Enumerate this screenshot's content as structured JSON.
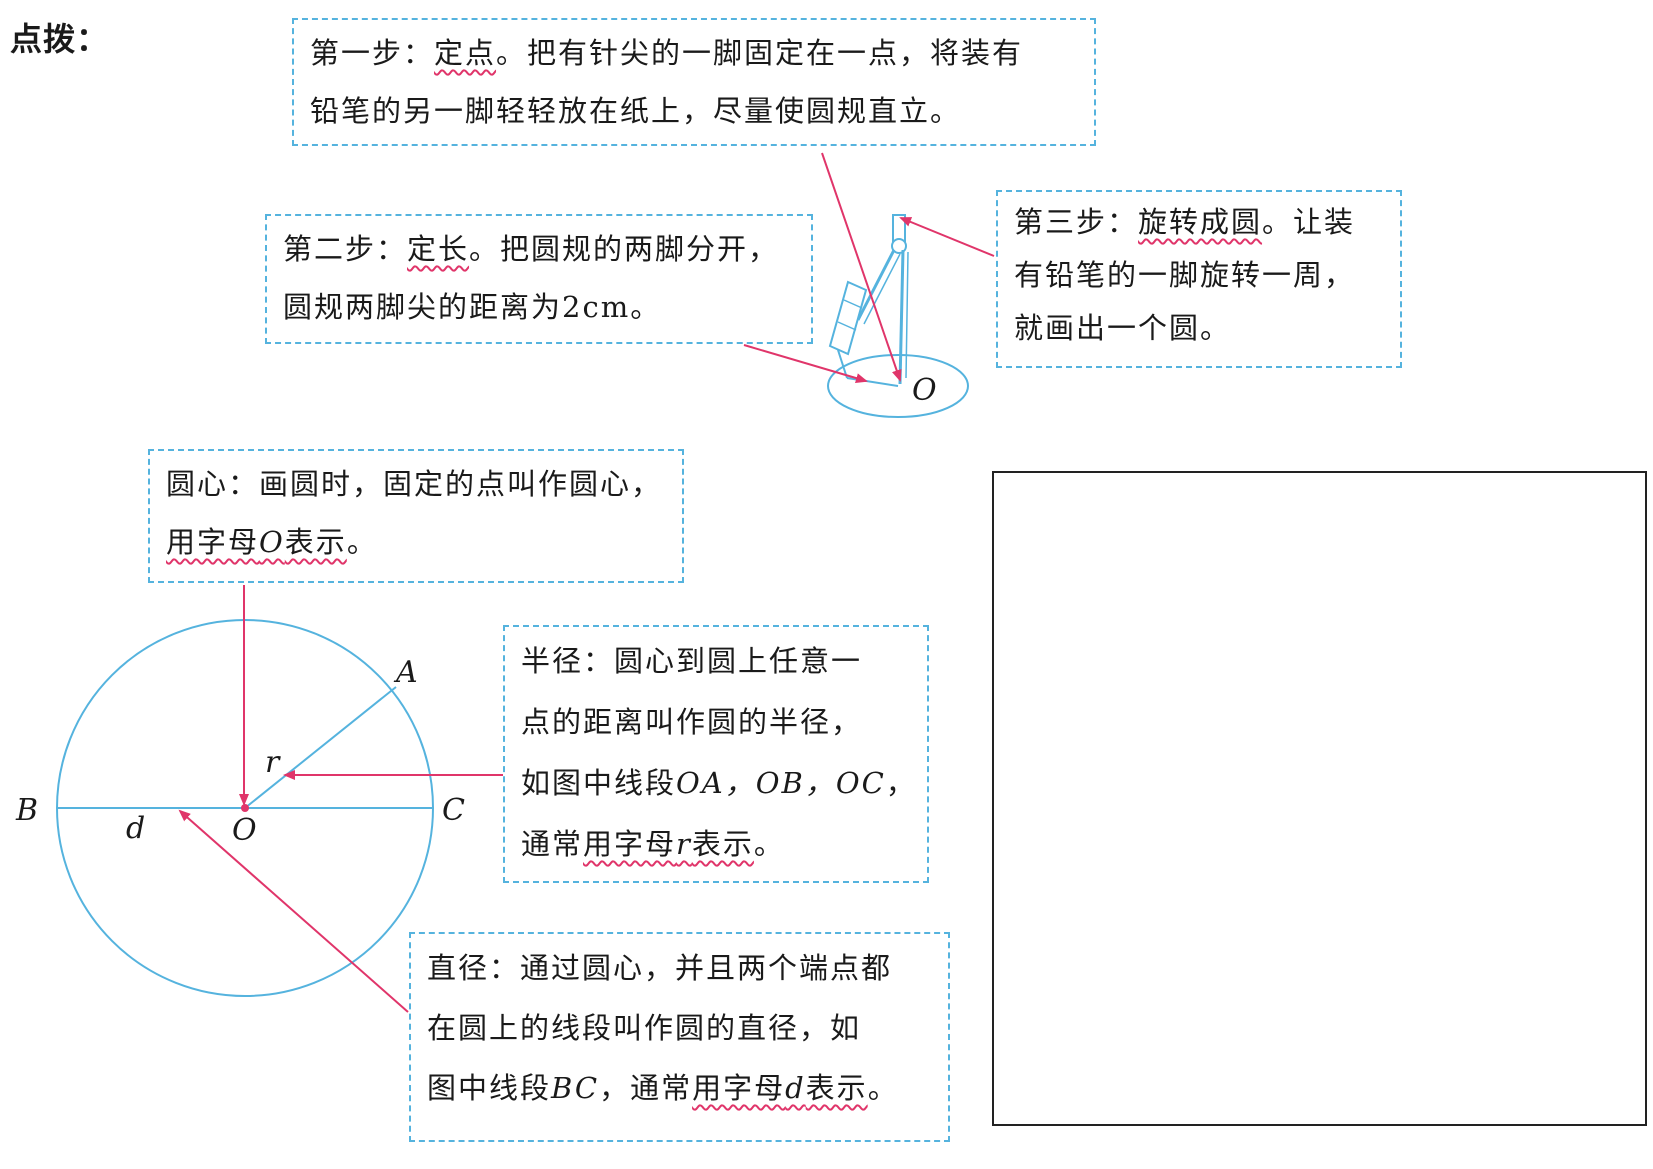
{
  "heading": "点拨：",
  "step1": {
    "prefix": "第一步：",
    "key": "定点",
    "rest": "。把有针尖的一脚固定在一点，将装有",
    "line2": "铅笔的另一脚轻轻放在纸上，尽量使圆规直立。"
  },
  "step2": {
    "prefix": "第二步：",
    "key": "定长",
    "rest": "。把圆规的两脚分开，",
    "line2": "圆规两脚尖的距离为2cm。"
  },
  "step3": {
    "prefix": "第三步：",
    "key": "旋转成圆",
    "rest": "。让装",
    "line2": "有铅笔的一脚旋转一周，",
    "line3": "就画出一个圆。"
  },
  "center_note": {
    "line1": "圆心：画圆时，固定的点叫作圆心，",
    "key_a": "用字母",
    "key_letter": "O",
    "key_b": "表示",
    "end": "。"
  },
  "radius_note": {
    "line1": "半径：圆心到圆上任意一",
    "line2": "点的距离叫作圆的半径，",
    "line3_a": "如图中线段",
    "line3_b": "OA，OB，OC",
    "line3_c": "，",
    "line4_a": "通常",
    "key_a": "用字母",
    "key_letter": "r",
    "key_b": "表示",
    "end": "。"
  },
  "diameter_note": {
    "line1": "直径：通过圆心，并且两个端点都",
    "line2": "在圆上的线段叫作圆的直径，如",
    "line3_a": "图中线段",
    "line3_b": "BC",
    "line3_c": "，通常",
    "key_a": "用字母",
    "key_letter": "d",
    "key_b": "表示",
    "end": "。"
  },
  "labels": {
    "compass_o": "O",
    "a": "A",
    "b": "B",
    "c": "C",
    "o": "O",
    "r": "r",
    "d": "d"
  },
  "colors": {
    "border": "#55b3de",
    "arrow": "#e0356a",
    "circle": "#55b3de",
    "text": "#1a1a1a"
  }
}
